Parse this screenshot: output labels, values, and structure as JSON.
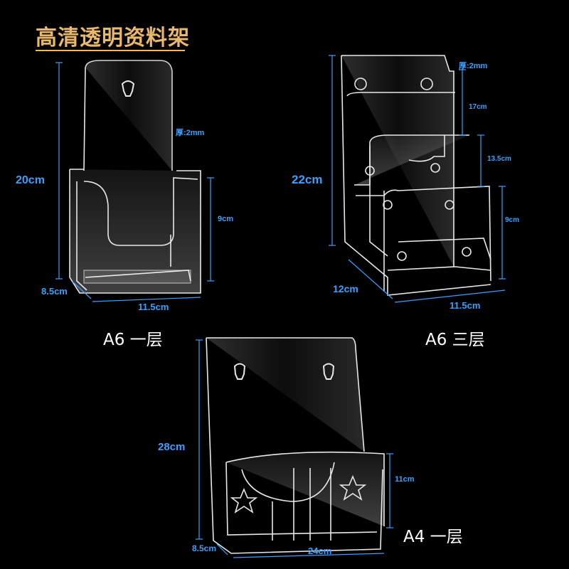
{
  "title": "高清透明资料架",
  "colors": {
    "title": "#e9b86a",
    "dimension": "#3aa0ff",
    "background": "#000000"
  },
  "products": [
    {
      "name": "A6 一层",
      "dimensions": {
        "height": "20cm",
        "thickness": "厚:2mm",
        "front_height": "9cm",
        "depth": "8.5cm",
        "width": "11.5cm"
      }
    },
    {
      "name": "A6 三层",
      "dimensions": {
        "thickness": "厚:2mm",
        "tier1": "17cm",
        "height": "22cm",
        "tier2": "13.5cm",
        "tier3": "9cm",
        "depth": "12cm",
        "width": "11.5cm"
      }
    },
    {
      "name": "A4 一层",
      "dimensions": {
        "height": "28cm",
        "front_height": "11cm",
        "depth": "8.5cm",
        "width": "24cm"
      }
    }
  ]
}
